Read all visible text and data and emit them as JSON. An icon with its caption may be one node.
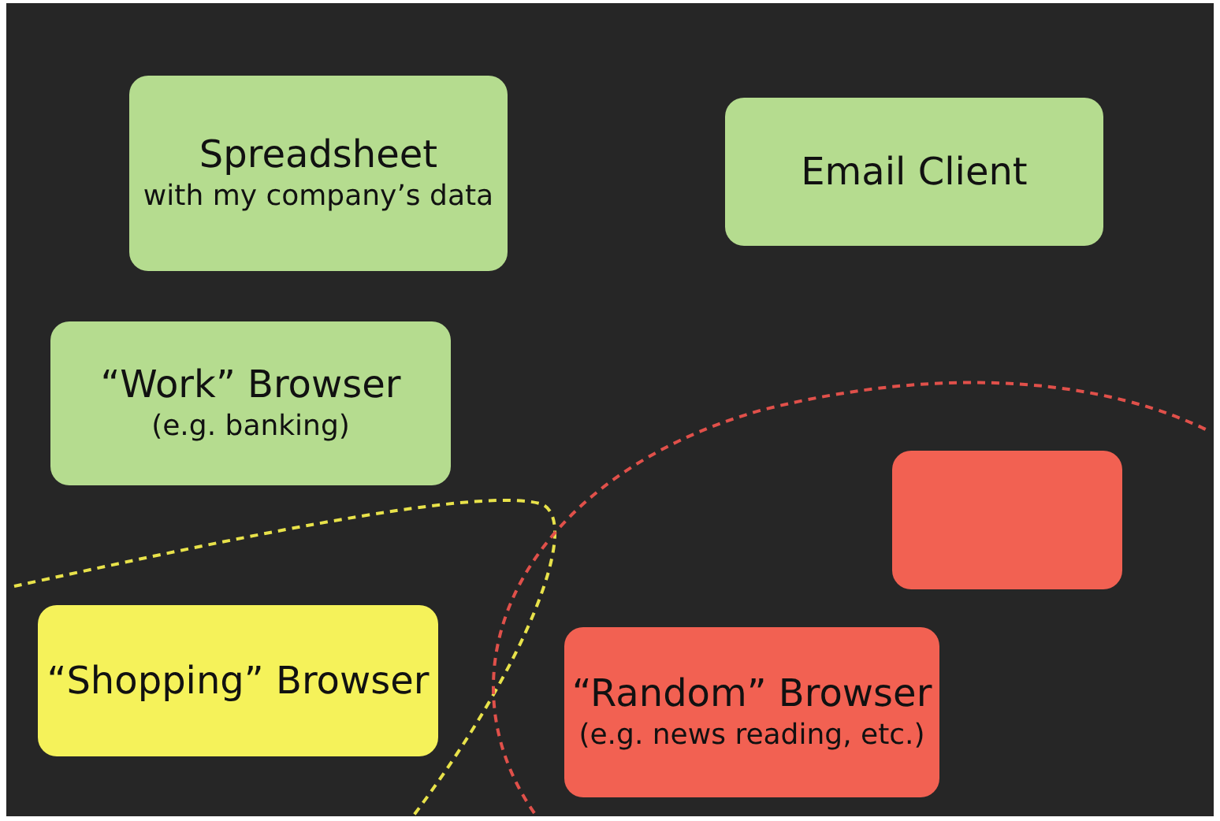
{
  "diagram": {
    "nodes": [
      {
        "text": [
          "Spreadsheet",
          "with my company’s data"
        ]
      },
      {
        "text": [
          "Email Client"
        ]
      },
      {
        "text": [
          "“Work” Browser",
          "(e.g. banking)"
        ]
      },
      {
        "text": [],
        "shape": "box"
      },
      {
        "text": [
          "“Shopping” Browser"
        ]
      },
      {
        "text": [
          "“Random” Browser",
          "(e.g. news reading, etc.)"
        ]
      }
    ]
  }
}
